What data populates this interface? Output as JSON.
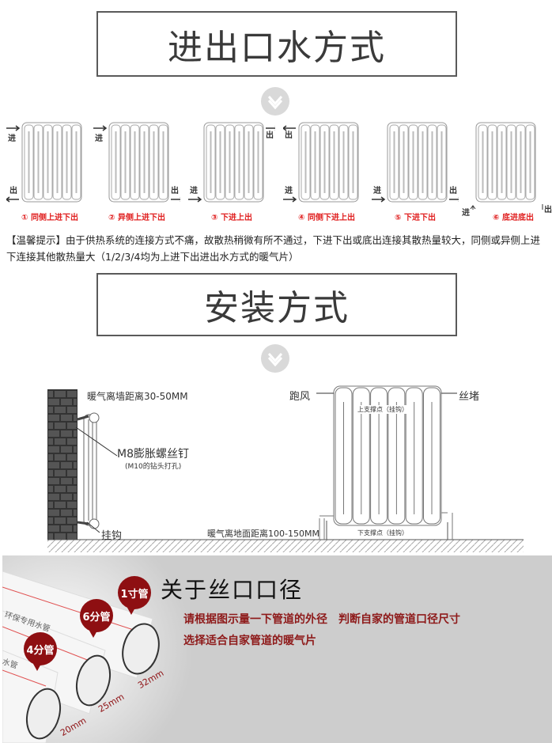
{
  "section1": {
    "title": "进出口水方式"
  },
  "connections": [
    {
      "label": "① 同侧上进下出",
      "in_text": "进",
      "out_text": "出"
    },
    {
      "label": "② 异侧上进下出",
      "in_text": "进",
      "out_text": "出"
    },
    {
      "label": "③ 下进上出",
      "in_text": "进",
      "out_text": "出"
    },
    {
      "label": "④ 同侧下进上出",
      "in_text": "进",
      "out_text": "出"
    },
    {
      "label": "⑤ 下进下出",
      "in_text": "进",
      "out_text": "出"
    },
    {
      "label": "⑥ 底进底出",
      "in_text": "进",
      "out_text": "出"
    }
  ],
  "tip": "【温馨提示】由于供热系统的连接方式不痛，故散热稍微有所不通过，下进下出或底出连接其散热量较大，同侧或异侧上进下连接其他散热量大（1/2/3/4均为上进下出进出水方式的暖气片）",
  "section2": {
    "title": "安装方式"
  },
  "install": {
    "wall_distance": "暖气离墙距离30-50MM",
    "screw": "M8膨胀螺丝钉",
    "screw_note": "(M10的钻头打孔)",
    "hook": "挂钩",
    "vent": "跑风",
    "plug": "丝堵",
    "upper_support": "上支撑点（挂钩）",
    "lower_support": "下支撑点（挂钩）",
    "floor_distance": "暖气离地面距离100-150MM"
  },
  "pipes": {
    "title": "关于丝口口径",
    "line1": "请根据图示量一下管道的外径　判断自家的管道口径尺寸",
    "line2": "选择适合自家管道的暖气片",
    "bubbles": [
      "1寸管",
      "6分管",
      "4分管"
    ],
    "sizes": [
      "32mm",
      "25mm",
      "20mm"
    ],
    "pipe_print": [
      "环保专用水管",
      "水管"
    ]
  }
}
